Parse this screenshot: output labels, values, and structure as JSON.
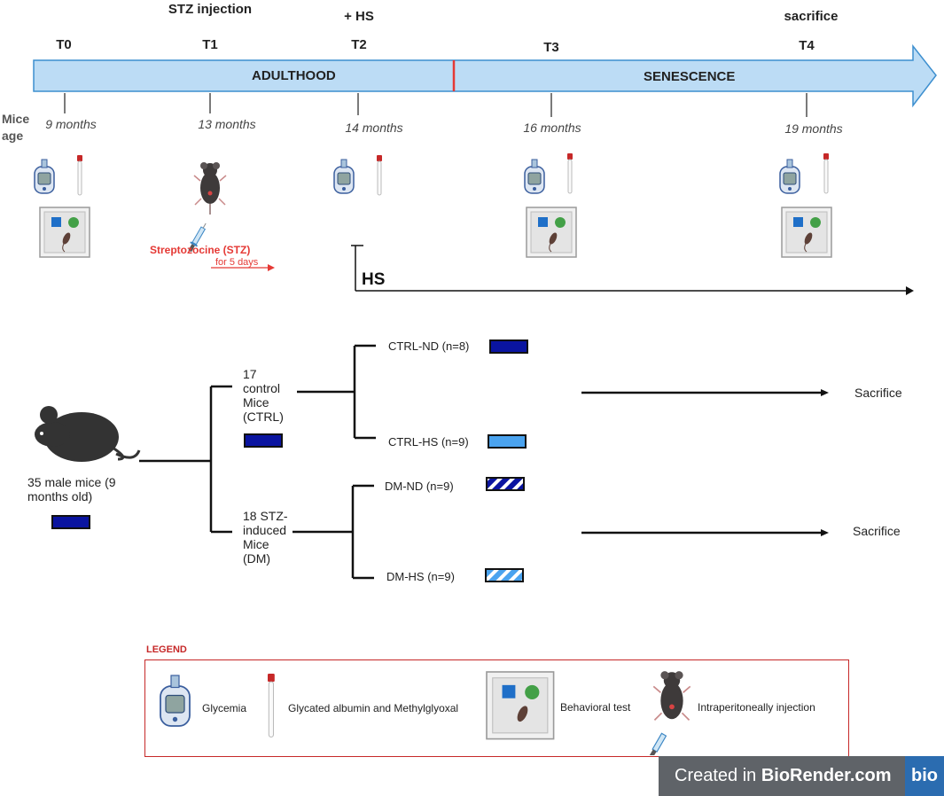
{
  "timeline": {
    "points": [
      {
        "label": "T0",
        "above": "",
        "age": "9 months"
      },
      {
        "label": "T1",
        "above": "STZ injection",
        "age": "13 months"
      },
      {
        "label": "T2",
        "above": "+ HS",
        "age": "14 months"
      },
      {
        "label": "T3",
        "above": "",
        "age": "16 months"
      },
      {
        "label": "T4",
        "above": "sacrifice",
        "age": "19 months"
      }
    ],
    "phases": [
      "ADULTHOOD",
      "SENESCENCE"
    ],
    "age_row_label": "Mice age",
    "stz_label": "Streptozocine (STZ)",
    "stz_duration": "for 5 days",
    "hs_label": "HS"
  },
  "design": {
    "start": "35 male mice (9 months old)",
    "ctrl": "17 control Mice (CTRL)",
    "dm": "18 STZ-induced Mice (DM)",
    "groups": [
      "CTRL-ND (n=8)",
      "CTRL-HS (n=9)",
      "DM-ND (n=9)",
      "DM-HS (n=9)"
    ],
    "endpoint": "Sacrifice"
  },
  "legend": {
    "title": "LEGEND",
    "items": [
      "Glycemia",
      "Glycated albumin and Methylglyoxal",
      "Behavioral test",
      "Intraperitoneally injection"
    ]
  },
  "colors": {
    "arrow_fill": "#bcdcf5",
    "arrow_stroke": "#3d8fcf",
    "divider": "#e53935",
    "dark_blue": "#0a14a0",
    "light_blue": "#4aa3ef",
    "accent_red": "#e53935"
  },
  "badge": {
    "text_prefix": "Created in ",
    "text_brand": "BioRender.com",
    "logo": "bio"
  }
}
